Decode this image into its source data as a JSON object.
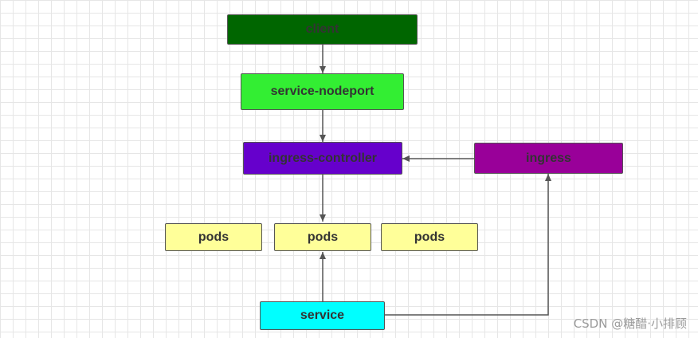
{
  "diagram": {
    "nodes": {
      "client": {
        "label": "client",
        "color": "#006600"
      },
      "service_nodeport": {
        "label": "service-nodeport",
        "color": "#33ee33"
      },
      "ingress_controller": {
        "label": "ingress-controller",
        "color": "#6600cc"
      },
      "ingress": {
        "label": "ingress",
        "color": "#990099"
      },
      "pods_left": {
        "label": "pods",
        "color": "#ffff99"
      },
      "pods_center": {
        "label": "pods",
        "color": "#ffff99"
      },
      "pods_right": {
        "label": "pods",
        "color": "#ffff99"
      },
      "service": {
        "label": "service",
        "color": "#00ffff"
      }
    },
    "edges": [
      {
        "from": "client",
        "to": "service-nodeport"
      },
      {
        "from": "service-nodeport",
        "to": "ingress-controller"
      },
      {
        "from": "ingress",
        "to": "ingress-controller"
      },
      {
        "from": "ingress-controller",
        "to": "pods"
      },
      {
        "from": "service",
        "to": "pods"
      },
      {
        "from": "service",
        "to": "ingress"
      }
    ],
    "edge_color": "#555555"
  },
  "watermark": "CSDN @糖醋·小排顾"
}
